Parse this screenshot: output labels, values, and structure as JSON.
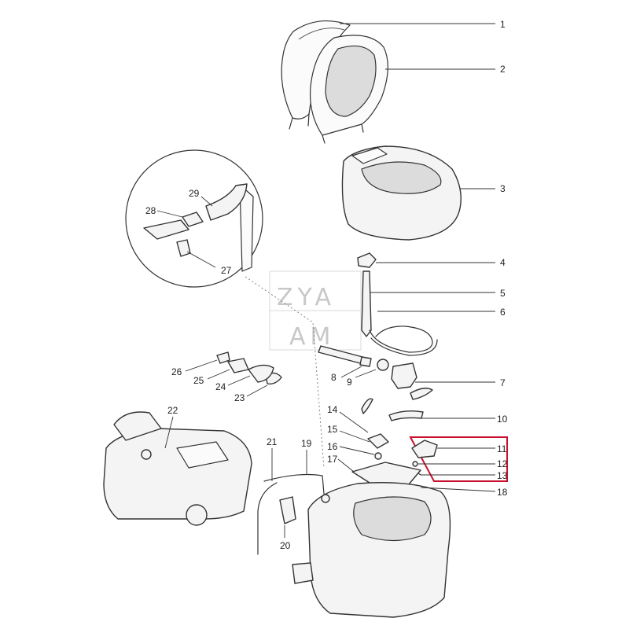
{
  "watermark": {
    "line1": "ZYA",
    "line2": "AM"
  },
  "labels": {
    "p1": "1",
    "p2": "2",
    "p3": "3",
    "p4": "4",
    "p5": "5",
    "p6": "6",
    "p7": "7",
    "p8": "8",
    "p9": "9",
    "p10": "10",
    "p11": "11",
    "p12": "12",
    "p13": "13",
    "p14": "14",
    "p15": "15",
    "p16": "16",
    "p17": "17",
    "p18": "18",
    "p19": "19",
    "p20": "20",
    "p21": "21",
    "p22": "22",
    "p23": "23",
    "p24": "24",
    "p25": "25",
    "p26": "26",
    "p27": "27",
    "p28": "28",
    "p29": "29"
  },
  "colors": {
    "highlight": "#c8102e",
    "line": "#333333",
    "fill": "#f4f4f4"
  }
}
